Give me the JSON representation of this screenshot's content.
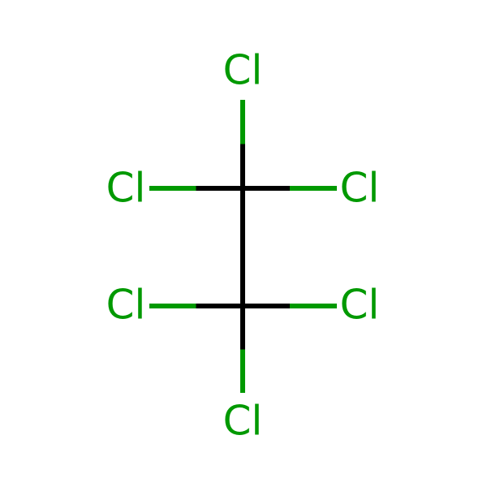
{
  "molecule": {
    "atoms": [
      {
        "id": "c1",
        "element": "C",
        "label": ""
      },
      {
        "id": "c2",
        "element": "C",
        "label": ""
      },
      {
        "id": "cl_top",
        "element": "Cl",
        "label": "Cl"
      },
      {
        "id": "cl_upper_left",
        "element": "Cl",
        "label": "Cl"
      },
      {
        "id": "cl_upper_right",
        "element": "Cl",
        "label": "Cl"
      },
      {
        "id": "cl_lower_left",
        "element": "Cl",
        "label": "Cl"
      },
      {
        "id": "cl_lower_right",
        "element": "Cl",
        "label": "Cl"
      },
      {
        "id": "cl_bottom",
        "element": "Cl",
        "label": "Cl"
      }
    ],
    "bonds": [
      {
        "from": "c1",
        "to": "c2",
        "order": 1
      },
      {
        "from": "c1",
        "to": "cl_top",
        "order": 1
      },
      {
        "from": "c1",
        "to": "cl_upper_left",
        "order": 1
      },
      {
        "from": "c1",
        "to": "cl_upper_right",
        "order": 1
      },
      {
        "from": "c2",
        "to": "cl_lower_left",
        "order": 1
      },
      {
        "from": "c2",
        "to": "cl_lower_right",
        "order": 1
      },
      {
        "from": "c2",
        "to": "cl_bottom",
        "order": 1
      }
    ]
  },
  "colors": {
    "carbon": "#000000",
    "chlorine": "#009900",
    "background": "#ffffff"
  }
}
